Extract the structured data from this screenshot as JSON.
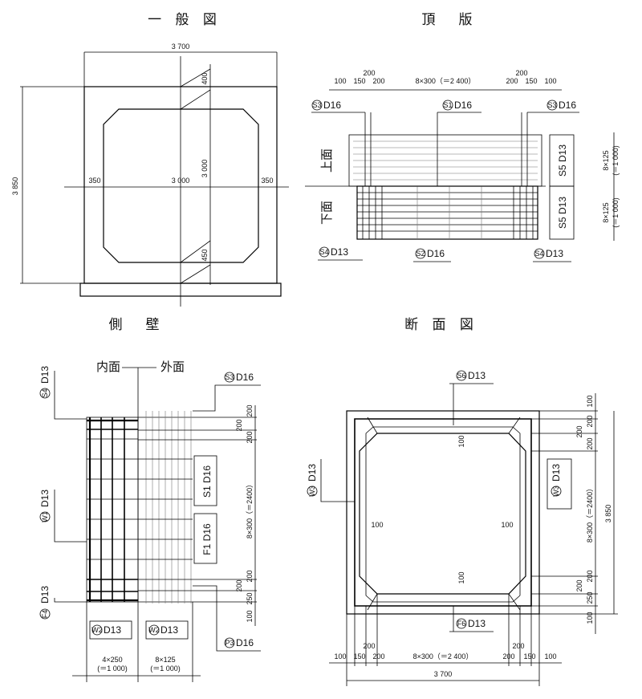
{
  "titles": {
    "general": "一 般 図",
    "top_slab": "頂　版",
    "side_wall": "側　壁",
    "section": "断 面 図"
  },
  "general": {
    "width": "3 700",
    "height": "3 850",
    "left": "350",
    "center": "3 000",
    "right": "350",
    "vertical_center": "3 000",
    "top_haunch": "400",
    "bottom_haunch": "450"
  },
  "top_slab": {
    "dims_top": [
      "100",
      "150",
      "200",
      "200",
      "8×300（＝2 400）",
      "200",
      "200",
      "150",
      "100"
    ],
    "label_upper": "上面",
    "label_lower": "下面",
    "right_dim_upper": "8×125",
    "right_dim_upper2": "(＝1 000)",
    "right_dim_lower": "8×125",
    "right_dim_lower2": "(＝1 000)",
    "bars": {
      "s3_left": "S3",
      "s3_left_d": "D16",
      "s1": "S1",
      "s1_d": "D16",
      "s3_right": "S3",
      "s3_right_d": "D16",
      "s5_upper": "S5",
      "s5_upper_d": "D13",
      "s5_lower": "S5",
      "s5_lower_d": "D13",
      "s4_left": "S4",
      "s4_left_d": "D13",
      "s2": "S2",
      "s2_d": "D16",
      "s4_right": "S4",
      "s4_right_d": "D13"
    }
  },
  "side_wall": {
    "inner": "内面",
    "outer": "外面",
    "bars": {
      "s3": "S3",
      "s3_d": "D16",
      "s4": "S4",
      "s4_d": "D13",
      "s1": "S1",
      "s1_d": "D16",
      "w1": "W1",
      "w1_d": "D13",
      "f1": "F1",
      "f1_d": "D16",
      "f4": "F4",
      "f4_d": "D13",
      "w2_left": "W2",
      "w2_left_d": "D13",
      "w2_right": "W2",
      "w2_right_d": "D13",
      "p3": "P3",
      "p3_d": "D16"
    },
    "right_dims": [
      "200",
      "200",
      "200",
      "8×300（＝2400）",
      "200",
      "200",
      "250",
      "100"
    ],
    "bottom_left": "4×250",
    "bottom_left2": "(＝1 000)",
    "bottom_right": "8×125",
    "bottom_right2": "(＝1 000)"
  },
  "section": {
    "s6": "S6",
    "s6_d": "D13",
    "w3_left": "W3",
    "w3_left_d": "D13",
    "w3_right": "W3",
    "w3_right_d": "D13",
    "f6": "F6",
    "f6_d": "D13",
    "inner_100_top": "100",
    "inner_100_left": "100",
    "inner_100_right": "100",
    "inner_100_bottom": "100",
    "right_dims": [
      "100",
      "200",
      "200",
      "200",
      "8×300（＝2400）",
      "200",
      "200",
      "250",
      "100"
    ],
    "height": "3 850",
    "bottom_dims": [
      "100",
      "150",
      "200",
      "200",
      "8×300（＝2 400）",
      "200",
      "200",
      "150",
      "100"
    ],
    "width": "3 700"
  }
}
